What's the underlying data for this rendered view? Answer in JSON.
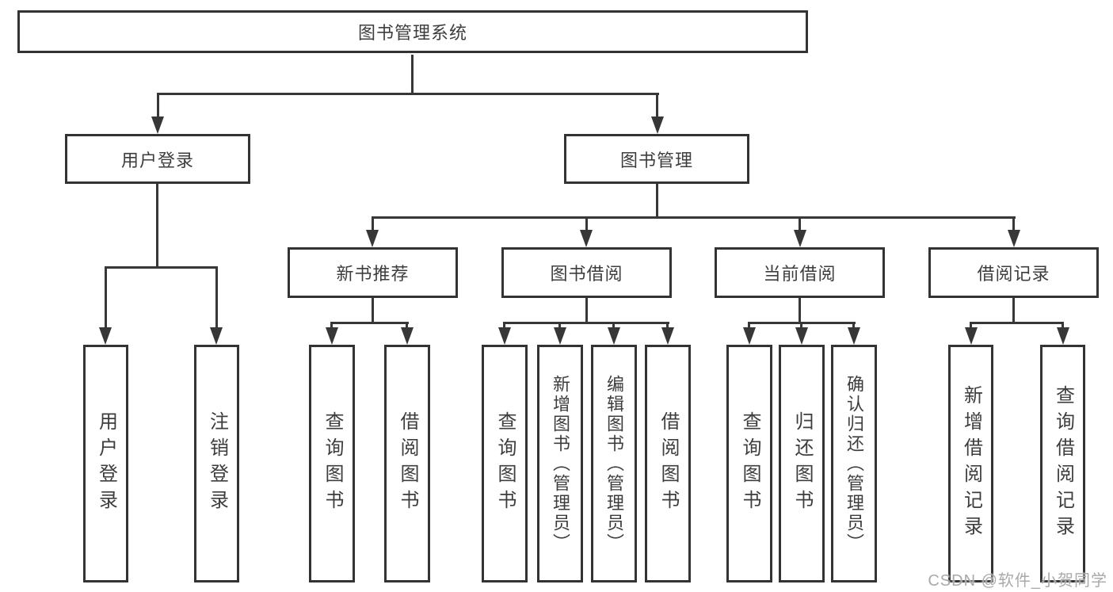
{
  "colors": {
    "line": "#373737",
    "box_border": "#333333",
    "text": "#3d3d3d",
    "watermark": "#a9a9a9",
    "background": "#ffffff"
  },
  "watermark": {
    "text": "CSDN @软件_小贺同学"
  },
  "tree": {
    "root": {
      "label": "图书管理系统"
    },
    "branches": [
      {
        "label": "用户登录",
        "children": [
          "用户登录",
          "注销登录"
        ]
      },
      {
        "label": "图书管理",
        "groups": [
          {
            "label": "新书推荐",
            "children": [
              "查询图书",
              "借阅图书"
            ]
          },
          {
            "label": "图书借阅",
            "children": [
              "查询图书",
              "新增图书（管理员）",
              "编辑图书（管理员）",
              "借阅图书"
            ]
          },
          {
            "label": "当前借阅",
            "children": [
              "查询图书",
              "归还图书",
              "确认归还（管理员）"
            ]
          },
          {
            "label": "借阅记录",
            "children": [
              "新增借阅记录",
              "查询借阅记录"
            ]
          }
        ]
      }
    ]
  }
}
